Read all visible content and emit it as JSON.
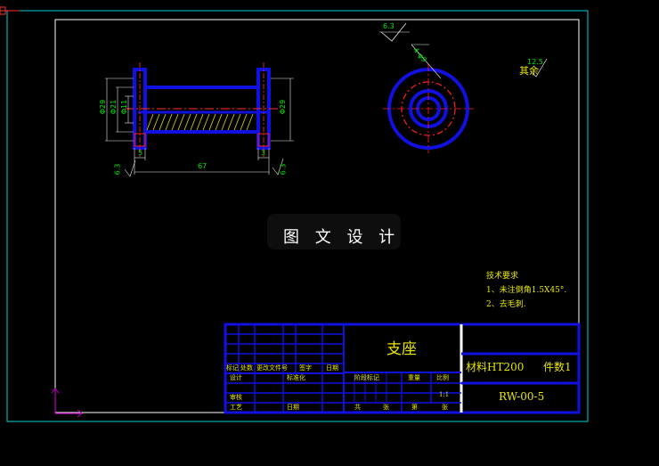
{
  "drawing": {
    "title": "支座",
    "material": "材料HT200",
    "quantity": "件数1",
    "drawing_number": "RW-00-5",
    "scale": "1:1",
    "tech_req_title": "技术要求",
    "tech_req_items": [
      "1、未注倒角1.5X45°.",
      "2、去毛刺."
    ],
    "other_finish": "其余",
    "other_finish_value": "12.5",
    "watermark": "图 文 设 计"
  },
  "dims": {
    "length": "67",
    "left_step": "5",
    "right_step": "3",
    "roughness_top": "6.3",
    "roughness_left": "6.3",
    "roughness_right": "6.3",
    "chamfer_note": "4-φ9",
    "dia_outer": "Φ29",
    "dia_mid": "Φ21",
    "dia_inner": "Φ11",
    "dia_right": "Φ29"
  },
  "titleblock": {
    "rev_headers": [
      "标记",
      "处数",
      "更改文件号",
      "签字",
      "日期"
    ],
    "row_design": "设计",
    "row_standard": "标准化",
    "row_review": "审核",
    "row_process": "工艺",
    "row_date": "日期",
    "stage_label": "阶段标记",
    "weight_label": "重量",
    "scale_label": "比例",
    "sheet_total": "共",
    "sheet_label": "张",
    "sheet_no": "第",
    "sheet_label2": "张"
  }
}
